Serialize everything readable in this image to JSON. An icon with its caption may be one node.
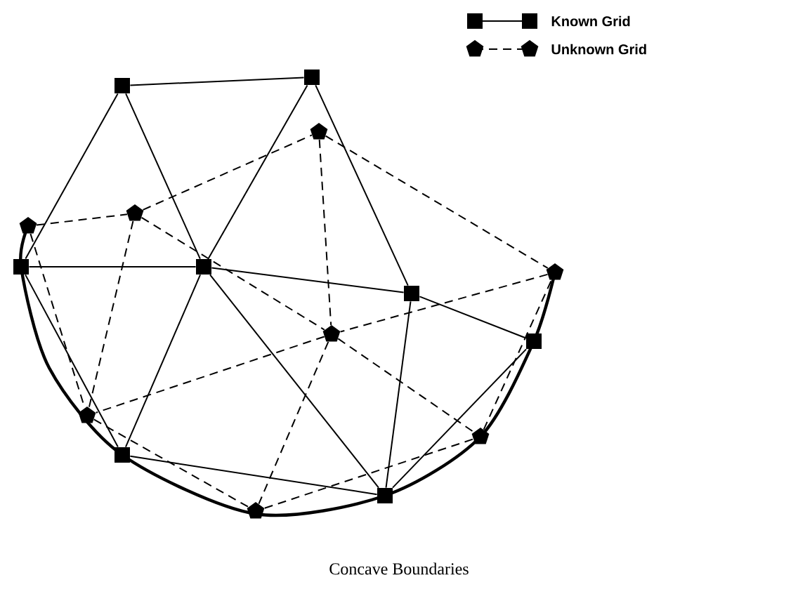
{
  "diagram": {
    "caption": "Concave Boundaries",
    "nodes": [
      {
        "text": [],
        "shape": "box"
      },
      {
        "text": [],
        "shape": "box"
      },
      {
        "text": [],
        "shape": "box"
      },
      {
        "text": [],
        "shape": "box"
      },
      {
        "text": [],
        "shape": "box"
      },
      {
        "text": [],
        "shape": "box"
      },
      {
        "text": [],
        "shape": "box"
      },
      {
        "text": [],
        "shape": "box"
      },
      {
        "text": [],
        "shape": "pentagon"
      },
      {
        "text": [],
        "shape": "pentagon"
      },
      {
        "text": [],
        "shape": "pentagon"
      },
      {
        "text": [],
        "shape": "pentagon"
      },
      {
        "text": [],
        "shape": "pentagon"
      },
      {
        "text": [],
        "shape": "pentagon"
      },
      {
        "text": [],
        "shape": "pentagon"
      },
      {
        "text": [],
        "shape": "pentagon"
      }
    ],
    "edges": [
      {
        "from": 0,
        "to": 1,
        "arrow": "none"
      },
      {
        "from": 0,
        "to": 2,
        "arrow": "none"
      },
      {
        "from": 0,
        "to": 3,
        "arrow": "none"
      },
      {
        "from": 1,
        "to": 3,
        "arrow": "none"
      },
      {
        "from": 1,
        "to": 4,
        "arrow": "none"
      },
      {
        "from": 2,
        "to": 3,
        "arrow": "none"
      },
      {
        "from": 3,
        "to": 4,
        "arrow": "none"
      },
      {
        "from": 4,
        "to": 5,
        "arrow": "none"
      },
      {
        "from": 2,
        "to": 6,
        "arrow": "none"
      },
      {
        "from": 3,
        "to": 6,
        "arrow": "none"
      },
      {
        "from": 3,
        "to": 7,
        "arrow": "none"
      },
      {
        "from": 4,
        "to": 7,
        "arrow": "none"
      },
      {
        "from": 6,
        "to": 7,
        "arrow": "none"
      },
      {
        "from": 5,
        "to": 7,
        "arrow": "none"
      },
      {
        "from": 8,
        "to": 9,
        "arrow": "none",
        "style": "dashed"
      },
      {
        "from": 9,
        "to": 10,
        "arrow": "none",
        "style": "dashed"
      },
      {
        "from": 9,
        "to": 12,
        "arrow": "none",
        "style": "dashed"
      },
      {
        "from": 9,
        "to": 13,
        "arrow": "none",
        "style": "dashed"
      },
      {
        "from": 8,
        "to": 13,
        "arrow": "none",
        "style": "dashed"
      },
      {
        "from": 10,
        "to": 12,
        "arrow": "none",
        "style": "dashed"
      },
      {
        "from": 10,
        "to": 11,
        "arrow": "none",
        "style": "dashed"
      },
      {
        "from": 11,
        "to": 12,
        "arrow": "none",
        "style": "dashed"
      },
      {
        "from": 12,
        "to": 13,
        "arrow": "none",
        "style": "dashed"
      },
      {
        "from": 12,
        "to": 15,
        "arrow": "none",
        "style": "dashed"
      },
      {
        "from": 12,
        "to": 14,
        "arrow": "none",
        "style": "dashed"
      },
      {
        "from": 13,
        "to": 15,
        "arrow": "none",
        "style": "dashed"
      },
      {
        "from": 15,
        "to": 14,
        "arrow": "none",
        "style": "dashed"
      },
      {
        "from": 14,
        "to": 11,
        "arrow": "none",
        "style": "dashed"
      }
    ],
    "legend": [
      {
        "text": "Known Grid"
      },
      {
        "text": "Unknown Grid"
      }
    ]
  }
}
